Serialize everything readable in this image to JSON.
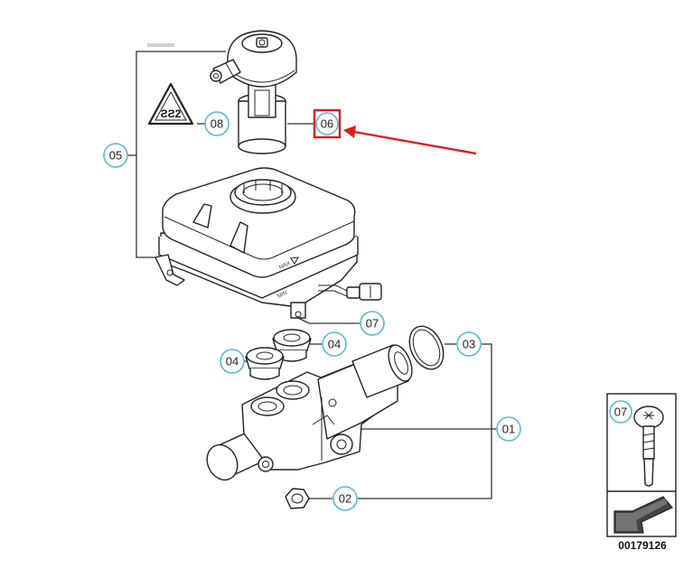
{
  "callouts": {
    "c01": "01",
    "c02": "02",
    "c03": "03",
    "c04a": "04",
    "c04b": "04",
    "c05": "05",
    "c06": "06",
    "c07a": "07",
    "c07b": "07",
    "c08": "08"
  },
  "inset": {
    "callout": "07"
  },
  "warning_sign": {
    "text": "ƧƧ2"
  },
  "reservoir_marks": {
    "upper": "MAX",
    "lower": "MIN"
  },
  "diagram_code": "00179126",
  "colors": {
    "callout_ring": "#59b7dc",
    "highlight": "#e01a1a",
    "arrow": "#e01a1a",
    "line": "#333333"
  }
}
